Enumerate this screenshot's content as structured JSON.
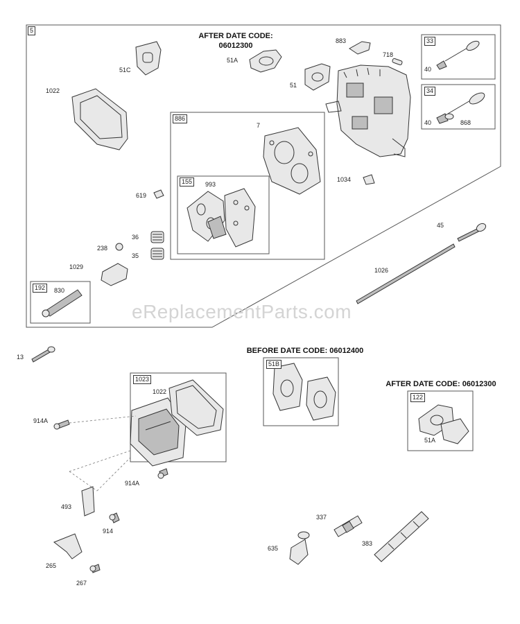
{
  "headers": {
    "after_top": "AFTER DATE CODE:",
    "after_top_code": "06012300",
    "before": "BEFORE DATE CODE: 06012400",
    "after_right": "AFTER DATE CODE: 06012300"
  },
  "watermark": "eReplacementParts.com",
  "tags": {
    "t5": "5",
    "t33": "33",
    "t34": "34",
    "t886": "886",
    "t155": "155",
    "t192": "192",
    "t1023": "1023",
    "t51B": "51B",
    "t122": "122"
  },
  "labels": {
    "l883": "883",
    "l51A_top": "51A",
    "l51C": "51C",
    "l718": "718",
    "l51": "51",
    "l40a": "40",
    "l40b": "40",
    "l868": "868",
    "l1022_top": "1022",
    "l7": "7",
    "l993": "993",
    "l1034": "1034",
    "l619": "619",
    "l36": "36",
    "l35": "35",
    "l238": "238",
    "l1029": "1029",
    "l830": "830",
    "l45": "45",
    "l1026": "1026",
    "l13": "13",
    "l1022_mid": "1022",
    "l914A_a": "914A",
    "l914A_b": "914A",
    "l493": "493",
    "l914": "914",
    "l265": "265",
    "l267": "267",
    "l51A_right": "51A",
    "l337": "337",
    "l635": "635",
    "l383": "383"
  }
}
